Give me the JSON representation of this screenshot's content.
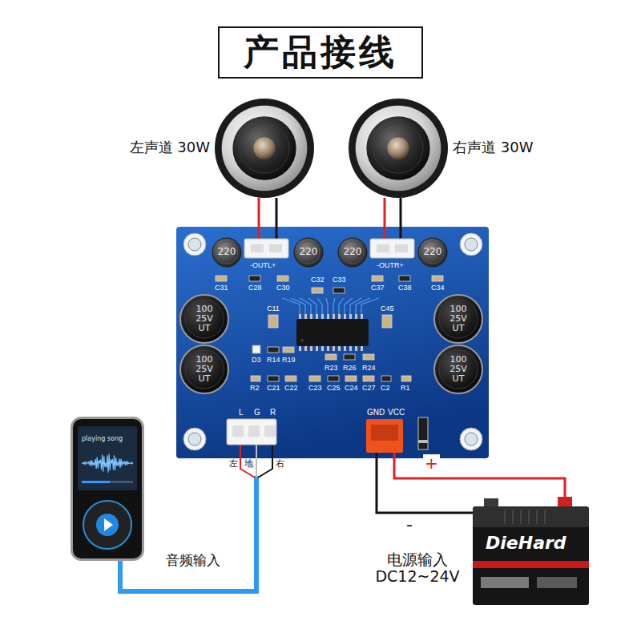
{
  "diagram": {
    "title": "产品接线",
    "nodes": [
      {
        "text": [
          "左声道 30W"
        ]
      },
      {
        "text": [
          "右声道 30W"
        ]
      },
      {
        "text": [
          "-OUTL+",
          "-OUTR+",
          "C31",
          "C28",
          "C30",
          "C32",
          "C33",
          "C37",
          "C38",
          "C34",
          "C11",
          "C45",
          "D3",
          "R14",
          "R19",
          "R23",
          "R26",
          "R24",
          "R2",
          "C21",
          "C22",
          "C23",
          "C25",
          "C24",
          "C27",
          "C2",
          "R1",
          "L",
          "G",
          "R",
          "GND",
          "VCC"
        ]
      },
      {
        "text": [
          "220"
        ],
        "in": 2
      },
      {
        "text": [
          "220"
        ],
        "in": 2
      },
      {
        "text": [
          "220"
        ],
        "in": 2
      },
      {
        "text": [
          "220"
        ],
        "in": 2
      },
      {
        "text": [
          "100 25V UT"
        ],
        "in": 2
      },
      {
        "text": [
          "100 25V UT"
        ],
        "in": 2
      },
      {
        "text": [
          "100 25V UT"
        ],
        "in": 2
      },
      {
        "text": [
          "100 25V UT"
        ],
        "in": 2
      },
      {
        "text": [
          "playing song"
        ]
      },
      {
        "text": [
          "DieHard",
          "电源输入 DC12~24V"
        ]
      }
    ],
    "edges": [
      {
        "from": 2,
        "to": 0,
        "arrow": "none"
      },
      {
        "from": 2,
        "to": 0,
        "arrow": "none"
      },
      {
        "from": 2,
        "to": 1,
        "arrow": "none"
      },
      {
        "from": 2,
        "to": 1,
        "arrow": "none"
      },
      {
        "from": 12,
        "to": 2,
        "arrow": "none",
        "label": "+"
      },
      {
        "from": 12,
        "to": 2,
        "arrow": "none",
        "label": "-"
      },
      {
        "from": 11,
        "to": 2,
        "arrow": "none",
        "label": "音频输入"
      }
    ],
    "labels": [
      "左",
      "地",
      "右"
    ]
  }
}
